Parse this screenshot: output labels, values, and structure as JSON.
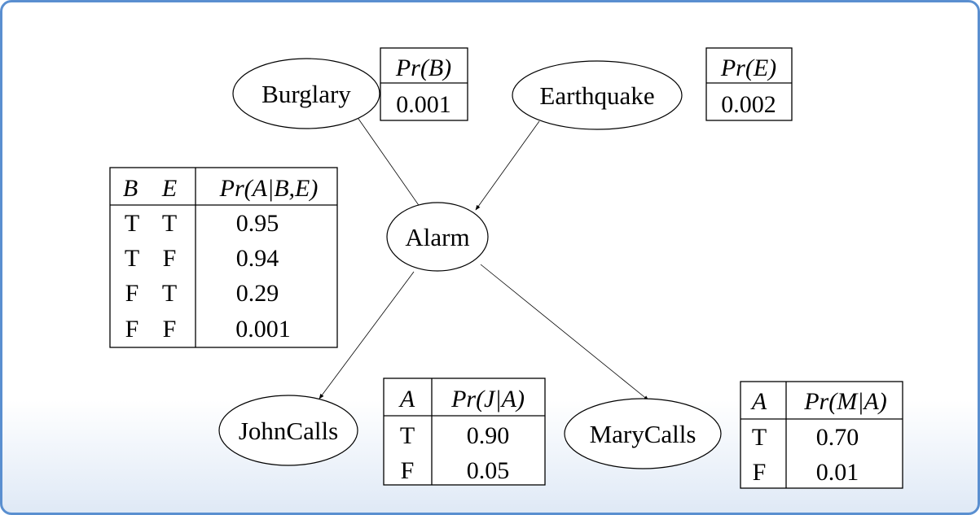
{
  "nodes": {
    "burglary": "Burglary",
    "earthquake": "Earthquake",
    "alarm": "Alarm",
    "johncalls": "JohnCalls",
    "marycalls": "MaryCalls"
  },
  "cpt_burglary": {
    "header": "Pr(B)",
    "value": "0.001"
  },
  "cpt_earthquake": {
    "header": "Pr(E)",
    "value": "0.002"
  },
  "cpt_alarm": {
    "headers": [
      "B",
      "E",
      "Pr(A|B,E)"
    ],
    "rows": [
      [
        "T",
        "T",
        "0.95"
      ],
      [
        "T",
        "F",
        "0.94"
      ],
      [
        "F",
        "T",
        "0.29"
      ],
      [
        "F",
        "F",
        "0.001"
      ]
    ]
  },
  "cpt_john": {
    "headers": [
      "A",
      "Pr(J|A)"
    ],
    "rows": [
      [
        "T",
        "0.90"
      ],
      [
        "F",
        "0.05"
      ]
    ]
  },
  "cpt_mary": {
    "headers": [
      "A",
      "Pr(M|A)"
    ],
    "rows": [
      [
        "T",
        "0.70"
      ],
      [
        "F",
        "0.01"
      ]
    ]
  }
}
